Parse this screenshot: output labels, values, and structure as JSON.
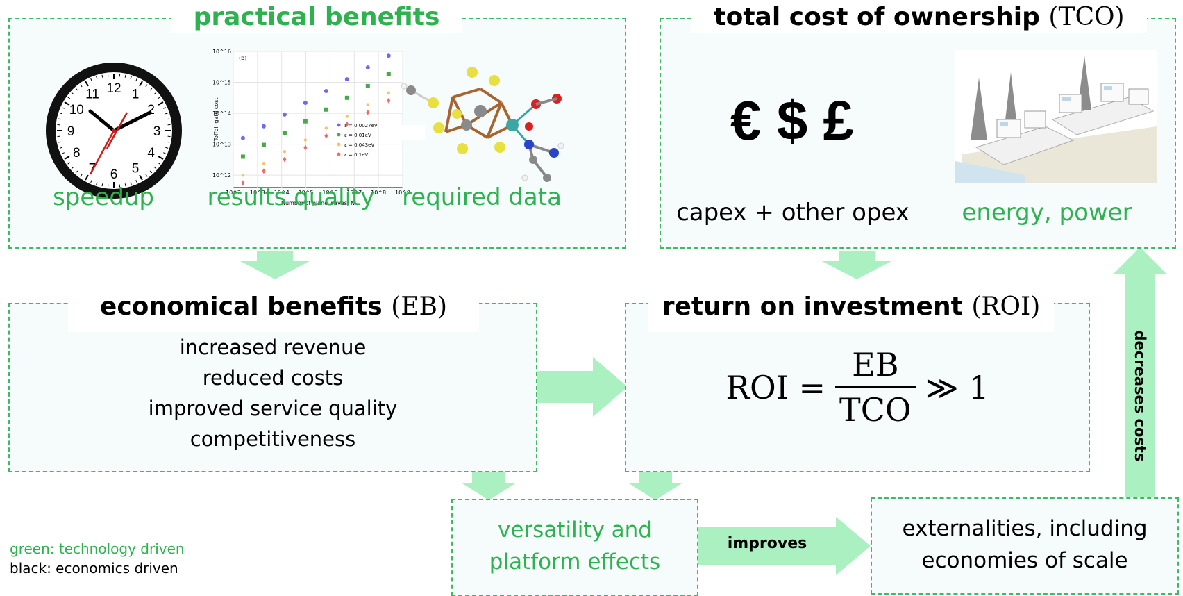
{
  "practical": {
    "title": "practical benefits",
    "labels": [
      "speedup",
      "results quality",
      "required data"
    ],
    "plot": {
      "panel_label": "(b)",
      "ylabel": "Toffoli gate cost",
      "xlabel": "Number of plane waves, N",
      "yticks": [
        "10^12",
        "10^13",
        "10^14",
        "10^15",
        "10^16"
      ],
      "xticks": [
        "10^2",
        "10^3",
        "10^4",
        "10^5",
        "10^6",
        "10^7",
        "10^8",
        "10^9"
      ],
      "legend": [
        "ε = 0.0027eV",
        "ε = 0.01eV",
        "ε = 0.043eV",
        "ε = 0.1eV"
      ]
    },
    "clock_numbers": [
      "12",
      "1",
      "2",
      "3",
      "4",
      "5",
      "6",
      "7",
      "8",
      "9",
      "10",
      "11"
    ]
  },
  "tco": {
    "title_bold": "total cost of ownership",
    "title_abbr": "(TCO)",
    "currency": "€ $ £",
    "labels": [
      "capex + other opex",
      "energy, power"
    ]
  },
  "eb": {
    "title_bold": "economical benefits",
    "title_abbr": "(EB)",
    "items": [
      "increased revenue",
      "reduced costs",
      "improved service quality",
      "competitiveness"
    ]
  },
  "roi": {
    "title_bold": "return on investment",
    "title_abbr": "(ROI)",
    "lhs": "ROI =",
    "numerator": "EB",
    "denominator": "TCO",
    "rhs": "≫ 1"
  },
  "versatility": {
    "line1": "versatility and",
    "line2": "platform effects"
  },
  "externalities": {
    "line1": "externalities, including",
    "line2": "economies of scale"
  },
  "arrows": {
    "improves": "improves",
    "decreases_costs": "decreases costs"
  },
  "legend": {
    "green": "green: technology driven",
    "black": "black: economics driven"
  },
  "colors": {
    "green_text": "#2eb24f",
    "arrow_fill": "#aaf0c0",
    "dash": "#3dbb63",
    "box_bg": "#f6fbfc"
  }
}
